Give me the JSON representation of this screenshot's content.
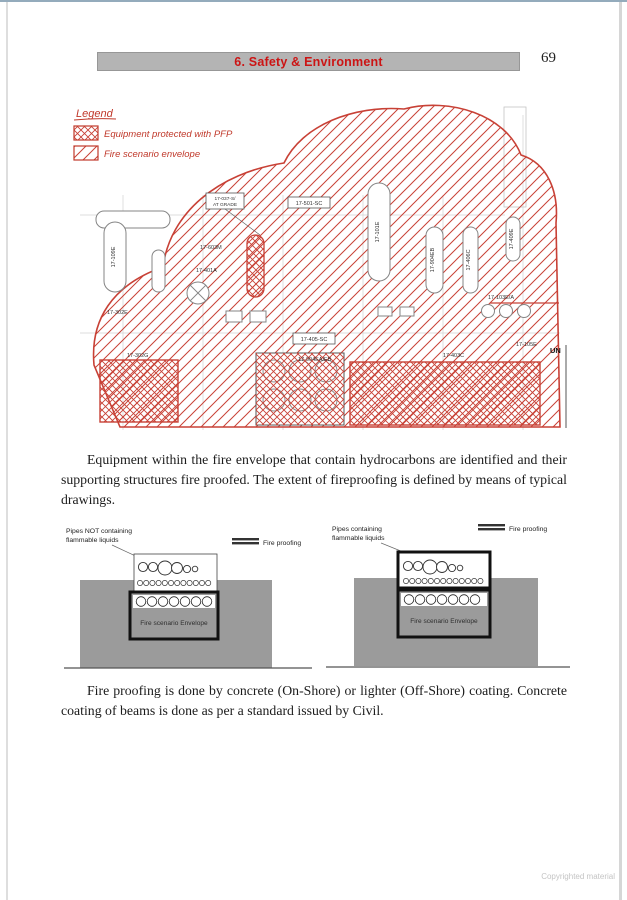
{
  "header": {
    "title": "6. Safety & Environment",
    "page_number": "69"
  },
  "drawing": {
    "legend": {
      "title": "Legend",
      "items": [
        {
          "label": "Equipment protected with PFP",
          "pattern": "crosshatch"
        },
        {
          "label": "Fire scenario envelope",
          "pattern": "diagonal"
        }
      ]
    },
    "tags": [
      {
        "label": "17-109E"
      },
      {
        "label": "17-101E"
      },
      {
        "label": "17-904EB"
      },
      {
        "label": "17-406C"
      },
      {
        "label": "17-409E"
      },
      {
        "label": "17-603M"
      },
      {
        "label": "17-401A"
      },
      {
        "label": "17-302E"
      },
      {
        "label": "17-302G"
      },
      {
        "label": "17-904EA/EB"
      },
      {
        "label": "17-403C"
      },
      {
        "label": "17-105E"
      },
      {
        "label": "17-103E/A"
      },
      {
        "label": "UN"
      },
      {
        "label": "17-037-S/"
      },
      {
        "label": "AT GRADE"
      },
      {
        "label": "17-501-SC"
      },
      {
        "label": "17-405-SC"
      }
    ],
    "colors": {
      "envelope_red": "#c84136",
      "legend_red": "#c0392b"
    }
  },
  "paragraphs": {
    "p1": "Equipment within the fire envelope that contain hydrocarbons are identified and their supporting structures fire proofed. The extent of fireproofing is defined by means of typical drawings.",
    "p2": "Fire proofing is done by concrete (On-Shore) or lighter (Off-Shore) coating. Concrete coating of beams is done as per a standard issued by Civil."
  },
  "figures": {
    "left": {
      "caption_lines": [
        "Pipes NOT containing",
        "flammable liquids"
      ],
      "fire_proofing_label": "Fire proofing",
      "envelope_label": "Fire scenario Envelope"
    },
    "right": {
      "caption_lines": [
        "Pipes containing",
        "flammable liquids"
      ],
      "fire_proofing_label": "Fire proofing",
      "envelope_label": "Fire scenario Envelope"
    }
  },
  "footer": {
    "copyright": "Copyrighted material"
  }
}
